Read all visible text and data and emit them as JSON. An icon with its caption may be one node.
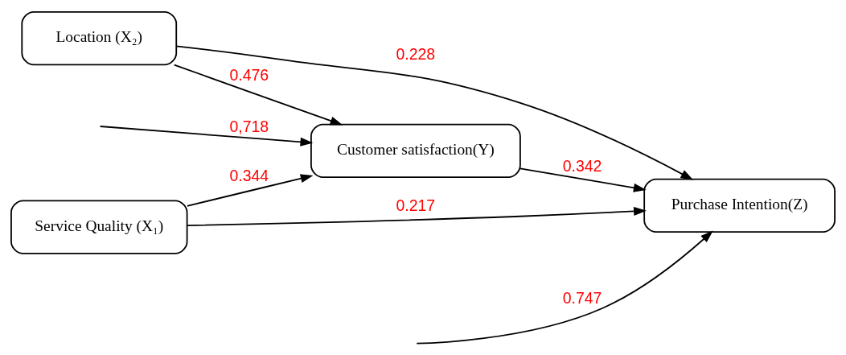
{
  "diagram": {
    "nodes": [
      {
        "text": [
          "Service Quality (X₁)"
        ]
      },
      {
        "text": [
          "Location (X₂)"
        ]
      },
      {
        "text": [
          "Customer satisfaction(Y)"
        ]
      },
      {
        "text": [
          "Purchase Intention(Z)"
        ]
      }
    ],
    "edges": [
      {
        "from": 0,
        "to": 3,
        "arrow": "to",
        "label": "0.217"
      },
      {
        "from": 0,
        "to": 2,
        "arrow": "to",
        "label": "0.344"
      },
      {
        "from": null,
        "to": 2,
        "arrow": "to",
        "label": "0,718"
      },
      {
        "from": null,
        "to": 3,
        "arrow": "to",
        "label": "0.747"
      },
      {
        "from": 2,
        "to": 3,
        "arrow": "to",
        "label": "0.342"
      },
      {
        "from": 1,
        "to": 2,
        "arrow": "to",
        "label": "0.476"
      },
      {
        "from": 1,
        "to": 3,
        "arrow": "to",
        "label": "0.228"
      }
    ]
  }
}
